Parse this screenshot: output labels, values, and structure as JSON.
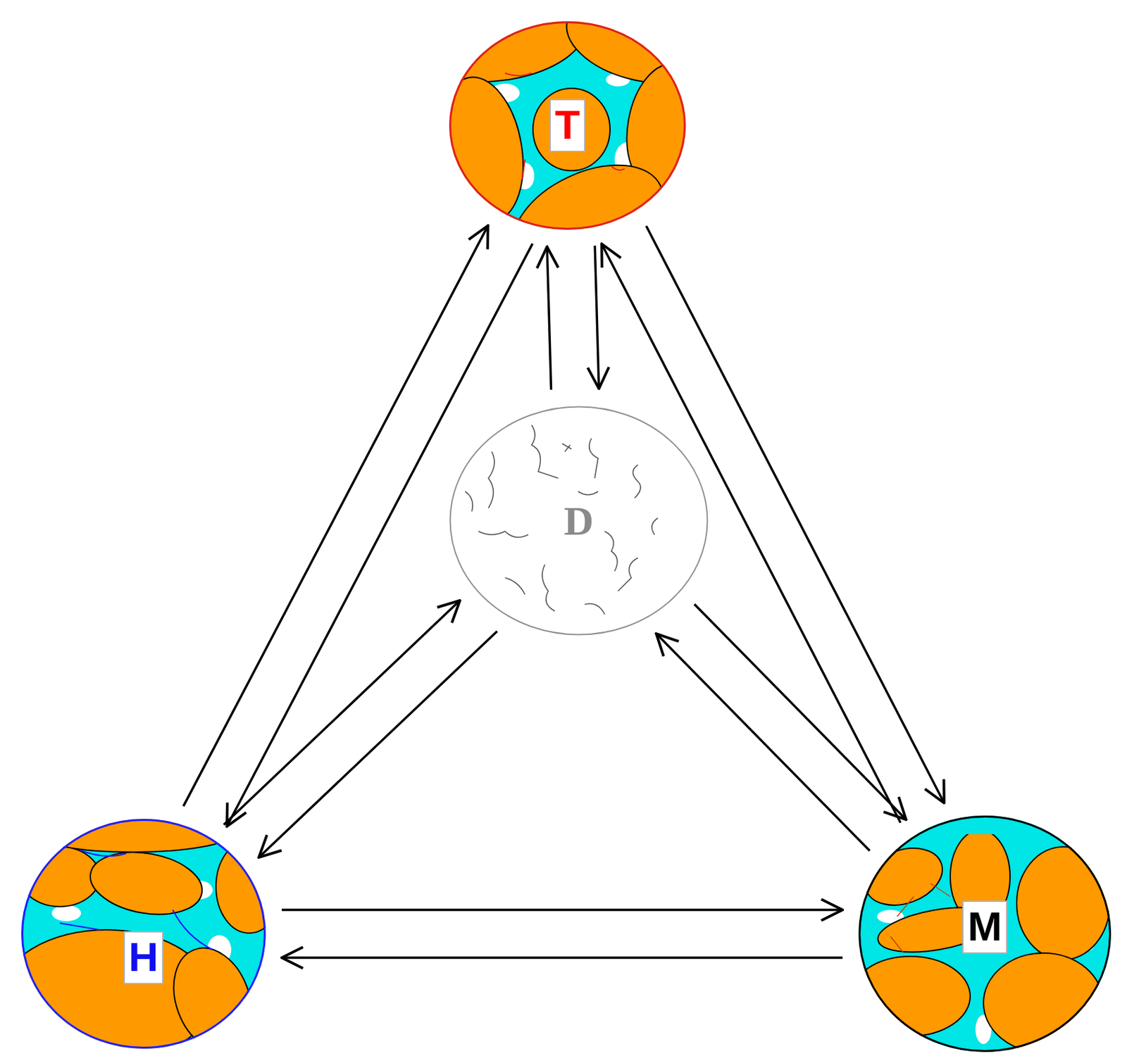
{
  "diagram": {
    "nodes": [
      {
        "text": [
          "T"
        ]
      },
      {
        "text": [
          "D"
        ]
      },
      {
        "text": [
          "H"
        ]
      },
      {
        "text": [
          "M"
        ]
      }
    ],
    "edges": [
      {
        "from": 2,
        "to": 0,
        "arrow": "to"
      },
      {
        "from": 0,
        "to": 2,
        "arrow": "to"
      },
      {
        "from": 0,
        "to": 1,
        "arrow": "to"
      },
      {
        "from": 1,
        "to": 0,
        "arrow": "to"
      },
      {
        "from": 0,
        "to": 3,
        "arrow": "to"
      },
      {
        "from": 3,
        "to": 0,
        "arrow": "to"
      },
      {
        "from": 1,
        "to": 2,
        "arrow": "to"
      },
      {
        "from": 2,
        "to": 1,
        "arrow": "to"
      },
      {
        "from": 1,
        "to": 3,
        "arrow": "to"
      },
      {
        "from": 3,
        "to": 1,
        "arrow": "to"
      },
      {
        "from": 3,
        "to": 2,
        "arrow": "to"
      },
      {
        "from": 2,
        "to": 3,
        "arrow": "to"
      }
    ]
  }
}
